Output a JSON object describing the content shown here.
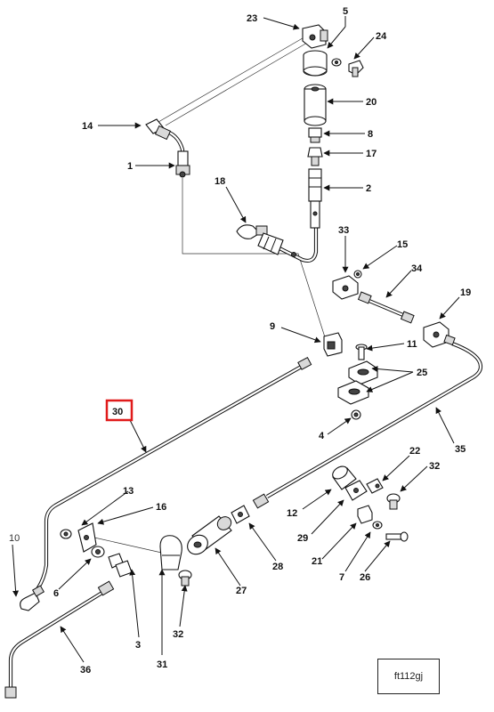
{
  "callouts": [
    {
      "id": "23",
      "label": "23"
    },
    {
      "id": "5",
      "label": "5"
    },
    {
      "id": "24",
      "label": "24"
    },
    {
      "id": "20",
      "label": "20"
    },
    {
      "id": "14",
      "label": "14"
    },
    {
      "id": "8",
      "label": "8"
    },
    {
      "id": "17",
      "label": "17"
    },
    {
      "id": "1",
      "label": "1"
    },
    {
      "id": "18",
      "label": "18"
    },
    {
      "id": "2",
      "label": "2"
    },
    {
      "id": "33",
      "label": "33"
    },
    {
      "id": "15",
      "label": "15"
    },
    {
      "id": "34",
      "label": "34"
    },
    {
      "id": "19",
      "label": "19"
    },
    {
      "id": "9",
      "label": "9"
    },
    {
      "id": "11",
      "label": "11"
    },
    {
      "id": "25",
      "label": "25"
    },
    {
      "id": "30",
      "label": "30"
    },
    {
      "id": "4",
      "label": "4"
    },
    {
      "id": "35",
      "label": "35"
    },
    {
      "id": "22",
      "label": "22"
    },
    {
      "id": "32a",
      "label": "32"
    },
    {
      "id": "13",
      "label": "13"
    },
    {
      "id": "16",
      "label": "16"
    },
    {
      "id": "12",
      "label": "12"
    },
    {
      "id": "29",
      "label": "29"
    },
    {
      "id": "10",
      "label": "10"
    },
    {
      "id": "21",
      "label": "21"
    },
    {
      "id": "6",
      "label": "6"
    },
    {
      "id": "28",
      "label": "28"
    },
    {
      "id": "7",
      "label": "7"
    },
    {
      "id": "26",
      "label": "26"
    },
    {
      "id": "27",
      "label": "27"
    },
    {
      "id": "3",
      "label": "3"
    },
    {
      "id": "32b",
      "label": "32"
    },
    {
      "id": "36",
      "label": "36"
    },
    {
      "id": "31",
      "label": "31"
    }
  ],
  "highlight": {
    "callout": "30",
    "color": "#e01b1b"
  },
  "reference_code": "ft112gj"
}
